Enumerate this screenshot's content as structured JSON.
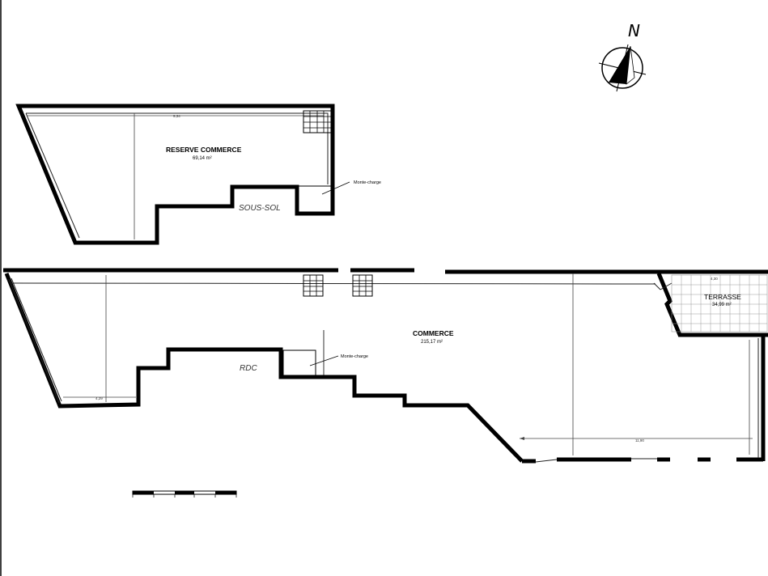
{
  "compass": {
    "label": "N"
  },
  "sous_sol": {
    "level_label": "SOUS-SOL",
    "room_title": "RESERVE COMMERCE",
    "room_area": "69,14 m²",
    "lift_note": "Monte-charge",
    "dim_top": "9,34"
  },
  "rdc": {
    "level_label": "RDC",
    "room_title": "COMMERCE",
    "room_area": "215,17 m²",
    "lift_note": "Monte-charge",
    "dim_bottom": "11,90",
    "dim_left": "4,29"
  },
  "terrasse": {
    "title": "TERRASSE",
    "area": "34,99 m²",
    "dim_top": "4,30"
  }
}
